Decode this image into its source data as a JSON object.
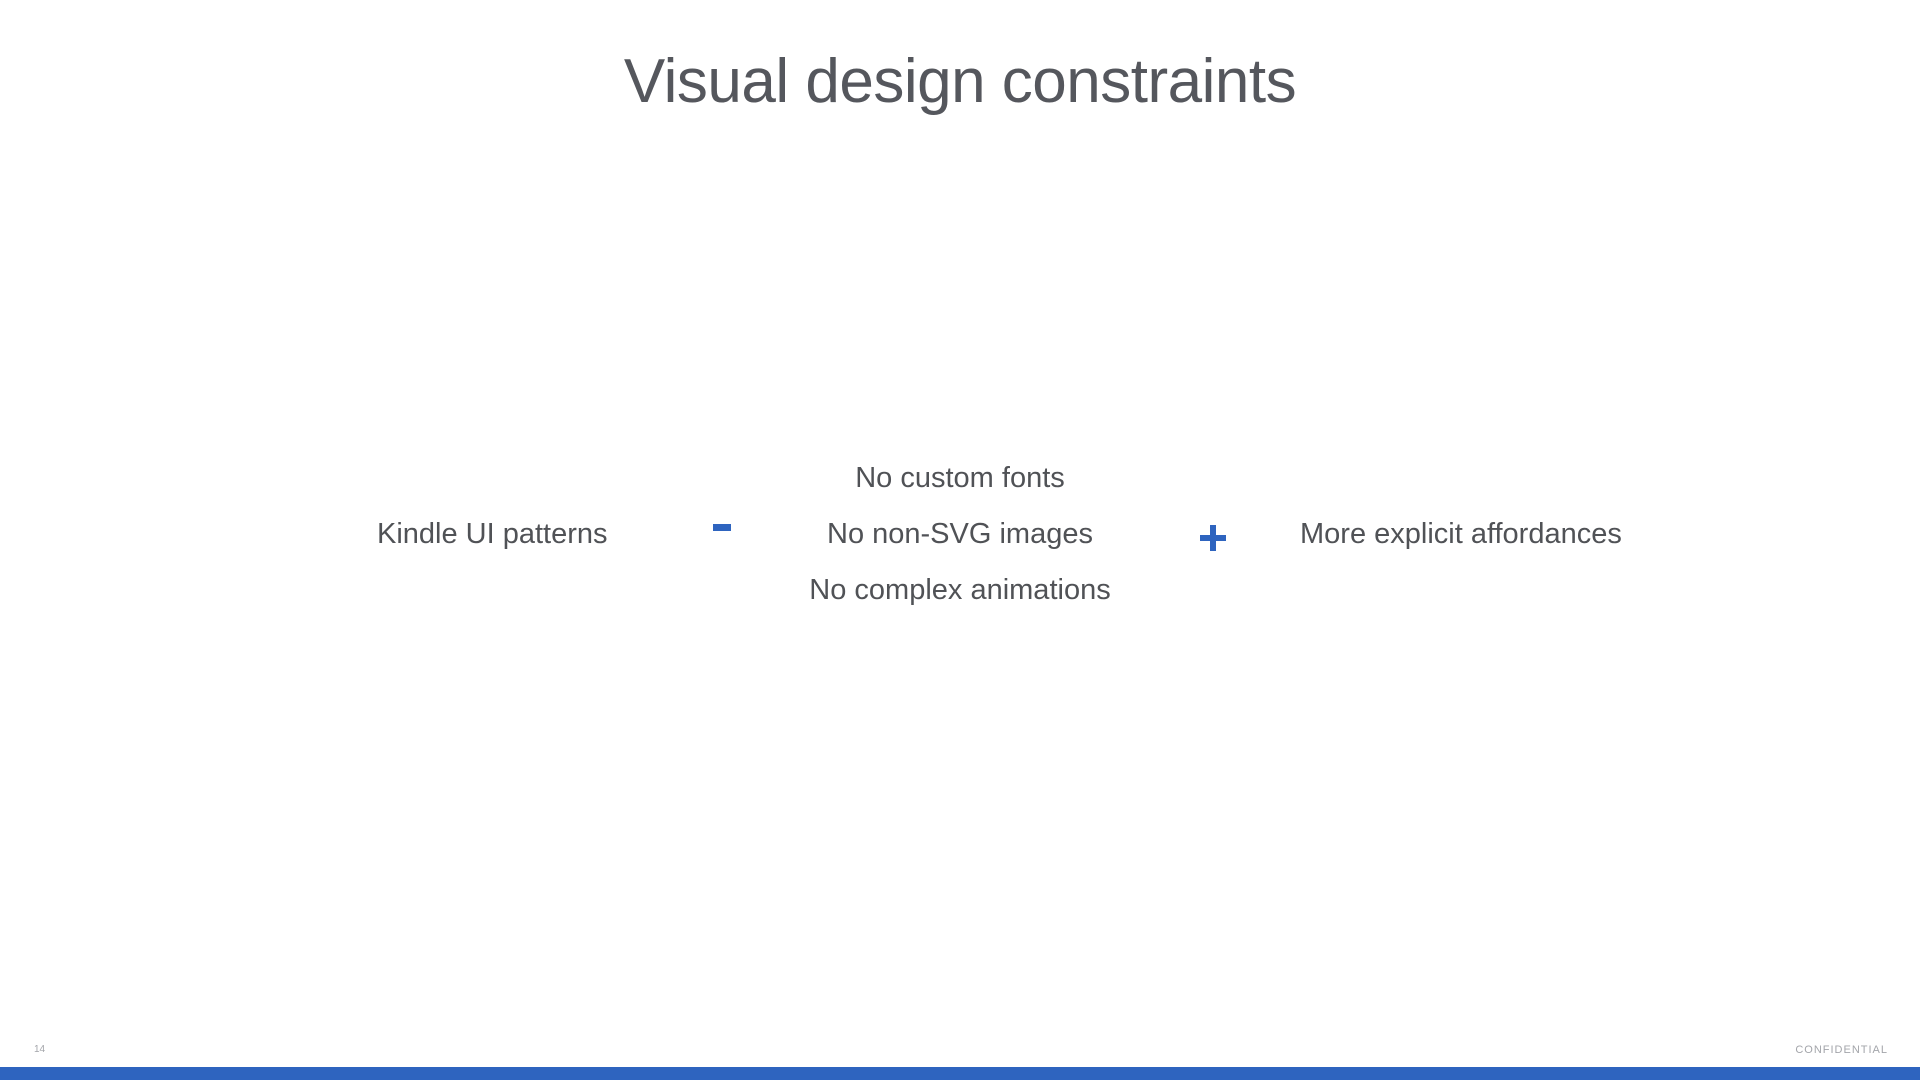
{
  "slide": {
    "title": "Visual design constraints",
    "left_term": "Kindle UI patterns",
    "minus_symbol": "-",
    "subtracted_items": [
      "No custom fonts",
      "No non-SVG images",
      "No complex animations"
    ],
    "plus_symbol": "+",
    "right_term": "More explicit affordances",
    "page_number": "14",
    "footer_label": "CONFIDENTIAL"
  },
  "colors": {
    "accent": "#2e64bf",
    "text": "#505256",
    "muted": "#a3a5aa",
    "background": "#ffffff"
  }
}
